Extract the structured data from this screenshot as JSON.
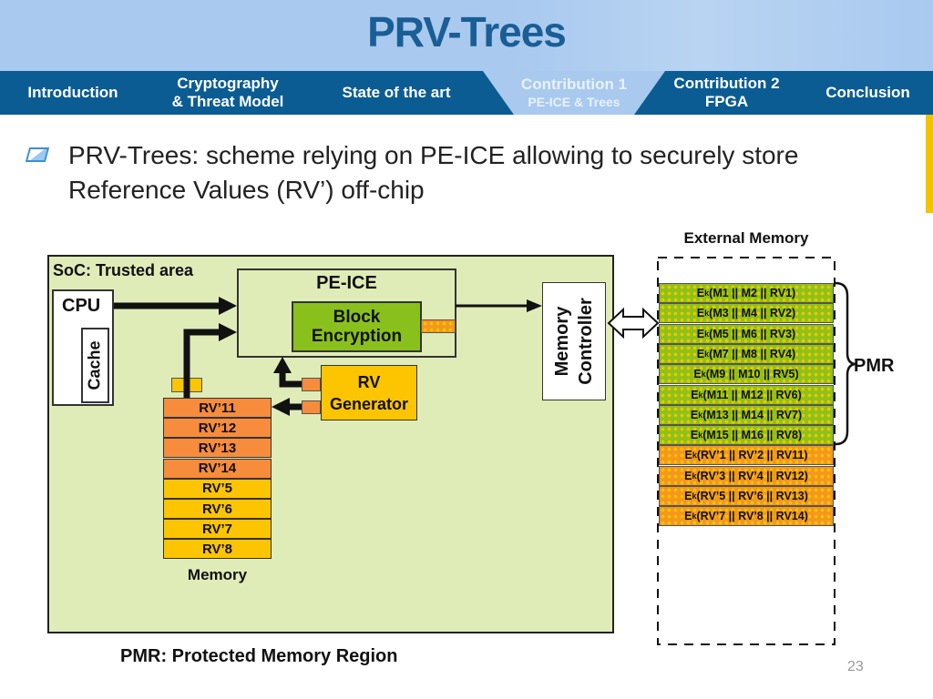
{
  "header": {
    "title": "PRV-Trees"
  },
  "nav": {
    "tabs": [
      {
        "label": "Introduction"
      },
      {
        "label": "Cryptography",
        "sub": "& Threat Model"
      },
      {
        "label": "State of the art"
      },
      {
        "label": "Contribution 1",
        "sub": "PE-ICE & Trees",
        "active": true
      },
      {
        "label": "Contribution 2",
        "sub": "FPGA"
      },
      {
        "label": "Conclusion"
      }
    ]
  },
  "bullet": {
    "line1": "PRV-Trees: scheme relying on PE-ICE allowing to securely store",
    "line2": "Reference Values (RV’) off-chip"
  },
  "diagram": {
    "soc_label": "SoC: Trusted area",
    "cpu": "CPU",
    "cache": "Cache",
    "peice": "PE-ICE",
    "block_enc": [
      "Block",
      "Encryption"
    ],
    "rvgen": [
      "RV",
      "Generator"
    ],
    "memory_label": "Memory",
    "memory_rows": [
      {
        "label": "RV’11",
        "color": "#f68c3c"
      },
      {
        "label": "RV’12",
        "color": "#f68c3c"
      },
      {
        "label": "RV’13",
        "color": "#f68c3c"
      },
      {
        "label": "RV’14",
        "color": "#f68c3c"
      },
      {
        "label": "RV’5",
        "color": "#fcc500"
      },
      {
        "label": "RV’6",
        "color": "#fcc500"
      },
      {
        "label": "RV’7",
        "color": "#fcc500"
      },
      {
        "label": "RV’8",
        "color": "#fcc500"
      }
    ],
    "mem_ctrl": [
      "Memory",
      "Controller"
    ],
    "ext_label": "External Memory",
    "ext_rows": [
      {
        "pre": "E",
        "k": "k",
        "body": "(M1 || M2 || RV1)",
        "type": "green"
      },
      {
        "pre": "E",
        "k": "k",
        "body": "(M3 || M4 || RV2)",
        "type": "green"
      },
      {
        "pre": "E",
        "k": "k",
        "body": "(M5 || M6 || RV3)",
        "type": "green"
      },
      {
        "pre": "E",
        "k": "k",
        "body": "(M7 || M8 || RV4)",
        "type": "green"
      },
      {
        "pre": "E",
        "k": "k",
        "body": "(M9 || M10 || RV5)",
        "type": "green"
      },
      {
        "pre": "E",
        "k": "k",
        "body": "(M11 || M12 || RV6)",
        "type": "green"
      },
      {
        "pre": "E",
        "k": "k",
        "body": "(M13 || M14 || RV7)",
        "type": "green"
      },
      {
        "pre": "E",
        "k": "k",
        "body": "(M15 || M16 || RV8)",
        "type": "green"
      },
      {
        "pre": "E",
        "k": "k",
        "body": "(RV’1 || RV’2 || RV11)",
        "type": "orange"
      },
      {
        "pre": "E",
        "k": "k",
        "body": "(RV’3 || RV’4 || RV12)",
        "type": "orange"
      },
      {
        "pre": "E",
        "k": "k",
        "body": "(RV’5 || RV’6 || RV13)",
        "type": "orange"
      },
      {
        "pre": "E",
        "k": "k",
        "body": "(RV’7 || RV’8 || RV14)",
        "type": "orange"
      }
    ],
    "pmr": "PMR",
    "footnote": "PMR: Protected Memory Region"
  },
  "page_number": "23",
  "colors": {
    "nav": "#0b5c93",
    "title": "#1a5e95",
    "soc": "#e0ecb8",
    "green": "#8ac01c",
    "yellow": "#fcc500",
    "orange": "#f68c3c"
  }
}
